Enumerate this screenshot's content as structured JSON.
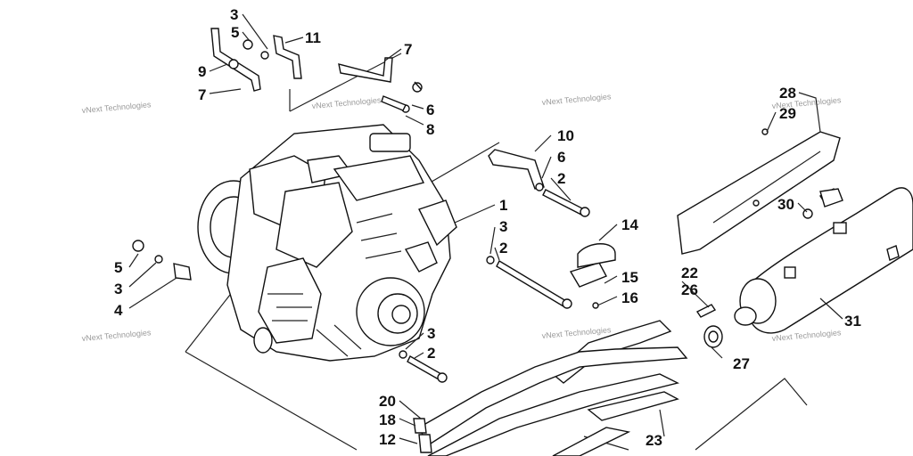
{
  "watermark": "vNext Technologies",
  "callouts": [
    {
      "id": "c3a",
      "text": "3"
    },
    {
      "id": "c5a",
      "text": "5"
    },
    {
      "id": "c11",
      "text": "11"
    },
    {
      "id": "c9",
      "text": "9"
    },
    {
      "id": "c7a",
      "text": "7"
    },
    {
      "id": "c7b",
      "text": "7"
    },
    {
      "id": "c6a",
      "text": "6"
    },
    {
      "id": "c8",
      "text": "8"
    },
    {
      "id": "c10",
      "text": "10"
    },
    {
      "id": "c6b",
      "text": "6"
    },
    {
      "id": "c2a",
      "text": "2"
    },
    {
      "id": "c1",
      "text": "1"
    },
    {
      "id": "c3b",
      "text": "3"
    },
    {
      "id": "c2b",
      "text": "2"
    },
    {
      "id": "c14",
      "text": "14"
    },
    {
      "id": "c15",
      "text": "15"
    },
    {
      "id": "c16",
      "text": "16"
    },
    {
      "id": "c5b",
      "text": "5"
    },
    {
      "id": "c3c",
      "text": "3"
    },
    {
      "id": "c4",
      "text": "4"
    },
    {
      "id": "c3d",
      "text": "3"
    },
    {
      "id": "c2c",
      "text": "2"
    },
    {
      "id": "c22",
      "text": "22"
    },
    {
      "id": "c26",
      "text": "26"
    },
    {
      "id": "c27",
      "text": "27"
    },
    {
      "id": "c28",
      "text": "28"
    },
    {
      "id": "c29",
      "text": "29"
    },
    {
      "id": "c30",
      "text": "30"
    },
    {
      "id": "c31",
      "text": "31"
    },
    {
      "id": "c20",
      "text": "20"
    },
    {
      "id": "c18",
      "text": "18"
    },
    {
      "id": "c12",
      "text": "12"
    },
    {
      "id": "c23",
      "text": "23"
    }
  ]
}
